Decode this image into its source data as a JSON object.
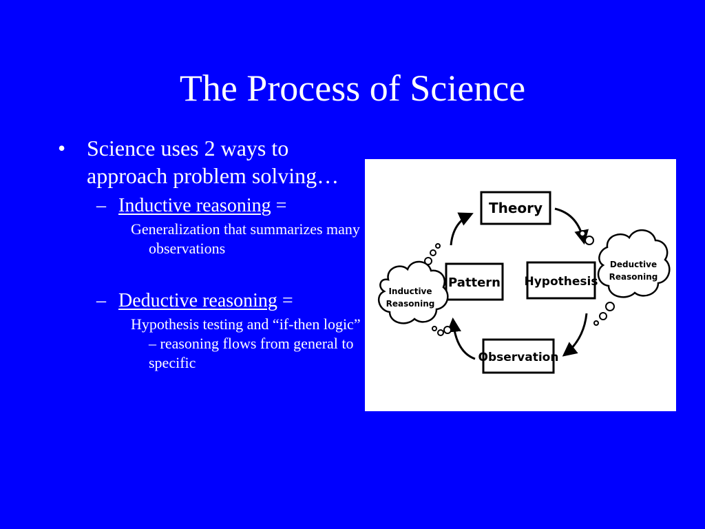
{
  "slide": {
    "title": "The Process of Science",
    "bullet": "Science uses 2 ways to approach problem solving…",
    "bullet_glyph": "•",
    "dash_glyph": "–",
    "inductive": {
      "term": "Inductive reasoning",
      "suffix": " =",
      "definition": "Generalization that summarizes many observations"
    },
    "deductive": {
      "term": "Deductive reasoning",
      "suffix": " =",
      "definition": "Hypothesis testing and “if-then logic” – reasoning flows from general to specific"
    }
  },
  "diagram": {
    "boxes": {
      "theory": "Theory",
      "pattern": "Pattern",
      "hypothesis": "Hypothesis",
      "observation": "Observation"
    },
    "clouds": {
      "inductive_line1": "Inductive",
      "inductive_line2": "Reasoning",
      "deductive_line1": "Deductive",
      "deductive_line2": "Reasoning"
    }
  },
  "colors": {
    "background": "#0000ff",
    "text": "#ffffff",
    "panel": "#ffffff",
    "ink": "#000000"
  }
}
